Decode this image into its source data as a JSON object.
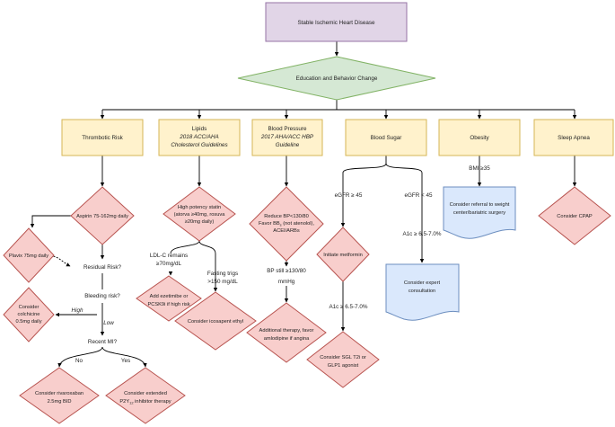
{
  "colors": {
    "top_box_fill": "#e1d5e7",
    "top_box_stroke": "#9673a6",
    "diamond_green_fill": "#d5e8d4",
    "diamond_green_stroke": "#82b366",
    "category_fill": "#fff2cc",
    "category_stroke": "#d6b656",
    "decision_fill": "#f8cecc",
    "decision_stroke": "#b85450",
    "document_fill": "#dae8fc",
    "document_stroke": "#6c8ebf",
    "line": "#000000"
  },
  "top": {
    "title": "Stable Ischemic Heart Disease"
  },
  "education": {
    "label": "Education and Behavior Change"
  },
  "categories": {
    "thrombotic": {
      "line1": "Thrombotic Risk"
    },
    "lipids": {
      "line1": "Lipids",
      "line2": "2018 ACC/AHA",
      "line3": "Cholesterol Guidelines"
    },
    "bp": {
      "line1": "Blood Pressure",
      "line2": "2017 AHA/ACC HBP",
      "line3": "Guideline"
    },
    "sugar": {
      "line1": "Blood Sugar"
    },
    "obesity": {
      "line1": "Obesity"
    },
    "apnea": {
      "line1": "Sleep Apnea"
    }
  },
  "thrombotic": {
    "aspirin": "Aspirin 75-162mg daily",
    "plavix": "Plavix 75mg daily",
    "residual": "Residual Risk?",
    "bleeding": "Bleeding risk?",
    "colchicine": {
      "line1": "Consider",
      "line2": "colchicine",
      "line3": "0.5mg daily"
    },
    "high": "High",
    "low": "Low",
    "recent_mi": "Recent MI?",
    "no": "No",
    "yes": "Yes",
    "rivaroxaban": {
      "line1": "Consider rivaroxaban",
      "line2": "2.5mg BID"
    },
    "extended": {
      "line1": "Consider extended",
      "line2_main": "P2Y",
      "line2_sub": "12",
      "line2_rest": " inhibitor therapy"
    }
  },
  "lipids": {
    "statin": {
      "line1": "High potency statin",
      "line2": "(atorva ≥40mg, rosuva",
      "line3": "≥20mg daily)"
    },
    "ldl": {
      "line1": "LDL-C remains",
      "line2": "≥70mg/dL"
    },
    "trigs": {
      "line1": "Fasting trigs",
      "line2": ">150 mg/dL"
    },
    "ezetimibe": {
      "line1": "Add ezetimibe or",
      "line2": "PCSK9i if high risk"
    },
    "icosapent": "Consider icosapent ethyl"
  },
  "bp": {
    "reduce": {
      "line1": "Reduce BP<130/80",
      "line2": "Favor BB",
      "line2_sub": "s",
      "line2_rest": " (not atenolol),",
      "line3": "ACEI/ARBs"
    },
    "still": {
      "line1": "BP still  ≥130/80",
      "line2": "mmHg"
    },
    "additional": {
      "line1": "Additional therapy, favor",
      "line2": "amlodipine if angina"
    }
  },
  "sugar": {
    "egfr_ge": "eGFR ≥ 45",
    "egfr_lt": "eGFR < 45",
    "metformin": "Initiate metformin",
    "a1c_right": "A1c ≥ 6.5-7.0%",
    "a1c_left": "A1c ≥ 6.5-7.0%",
    "expert": {
      "line1": "Consider expert",
      "line2": "consultation"
    },
    "sglt2": {
      "line1": "Consider SGL T2i or",
      "line2": "GLP1 agonist"
    }
  },
  "obesity": {
    "bmi": "BMI ≥35",
    "referral": {
      "line1": "Consider referral to weight",
      "line2": "center/bariatric surgery"
    }
  },
  "apnea": {
    "cpap": "Consider CPAP"
  }
}
